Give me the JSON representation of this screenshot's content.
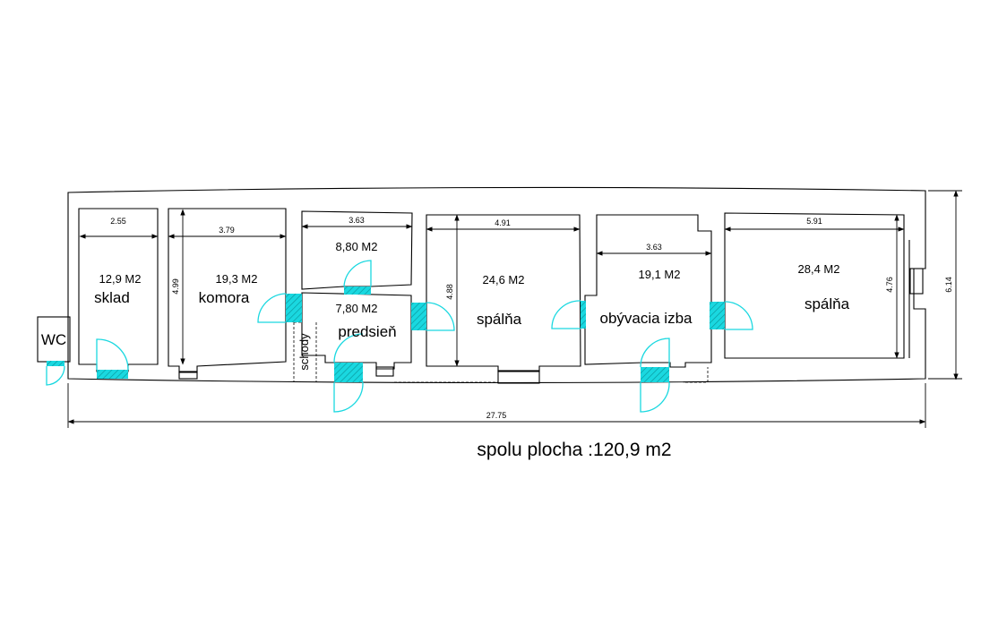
{
  "rooms": [
    {
      "id": "sklad",
      "area": "12,9 M2",
      "name": "sklad"
    },
    {
      "id": "komora",
      "area": "19,3 M2",
      "name": "komora"
    },
    {
      "id": "room3",
      "area": "8,80 M2",
      "name": ""
    },
    {
      "id": "predsien",
      "area": "7,80 M2",
      "name": "predsieň"
    },
    {
      "id": "spalna1",
      "area": "24,6 M2",
      "name": "spálňa"
    },
    {
      "id": "obyvacia",
      "area": "19,1 M2",
      "name": "obývacia izba"
    },
    {
      "id": "spalna2",
      "area": "28,4 M2",
      "name": "spálňa"
    },
    {
      "id": "wc",
      "area": "",
      "name": "WC"
    }
  ],
  "stairs_label": "schody",
  "dimensions": {
    "sklad_width": "2.55",
    "komora_width": "3.79",
    "komora_height": "4.99",
    "room3_width": "3.63",
    "spalna1_width": "4.91",
    "spalna1_height": "4.88",
    "obyvacia_width": "3.63",
    "spalna2_width": "5.91",
    "spalna2_height": "4.76",
    "total_length": "27.75",
    "total_depth": "6.14"
  },
  "total_area": "spolu plocha :120,9 m2",
  "colors": {
    "door": "#1ad8e0",
    "wall": "#000000"
  }
}
